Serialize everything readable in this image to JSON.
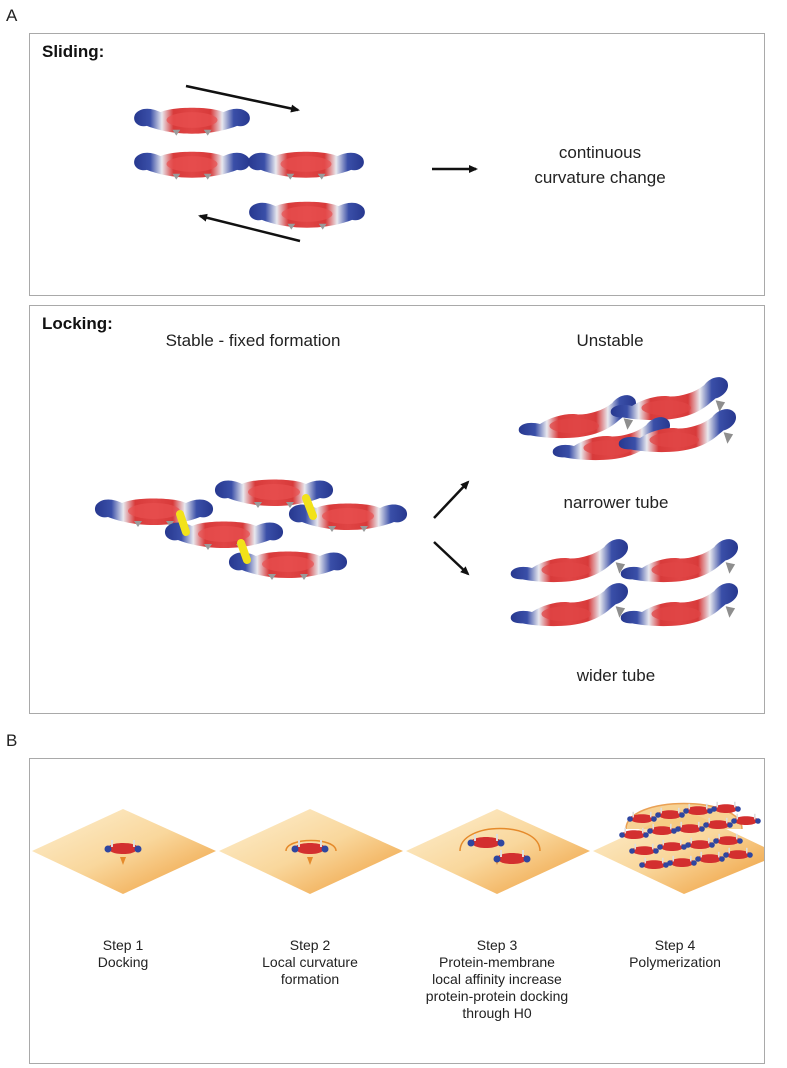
{
  "panel_a": {
    "letter": "A",
    "sliding": {
      "title": "Sliding:",
      "result_line1": "continuous",
      "result_line2": "curvature change"
    },
    "locking": {
      "title": "Locking:",
      "stable_label": "Stable - fixed formation",
      "unstable_label": "Unstable",
      "narrow_label": "narrower tube",
      "wide_label": "wider tube"
    }
  },
  "panel_b": {
    "letter": "B",
    "steps": [
      {
        "title": "Step 1",
        "lines": [
          "Docking"
        ]
      },
      {
        "title": "Step 2",
        "lines": [
          "Local curvature",
          "formation"
        ]
      },
      {
        "title": "Step 3",
        "lines": [
          "Protein-membrane",
          "local affinity increase",
          "protein-protein docking",
          "through H0"
        ]
      },
      {
        "title": "Step 4",
        "lines": [
          "Polymerization"
        ]
      }
    ]
  },
  "colors": {
    "protein_core": "#d42a2a",
    "protein_end": "#2a3f9a",
    "linker": "#f2e21a",
    "membrane_light": "#fbe3b5",
    "membrane_dark": "#f0a040",
    "box_border": "#a9a9a9"
  }
}
